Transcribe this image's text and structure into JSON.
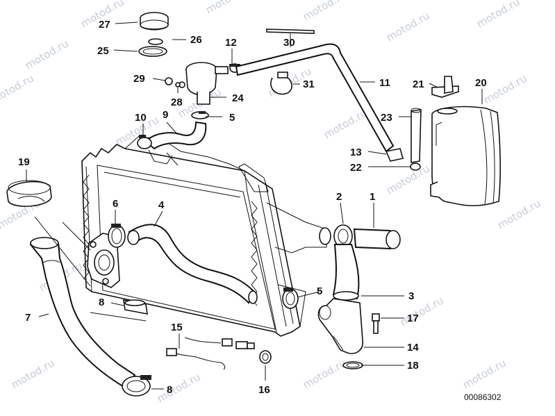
{
  "watermark": "motod.ru",
  "reference_number": "00086302",
  "callouts": {
    "c1": "1",
    "c2": "2",
    "c3": "3",
    "c4": "4",
    "c5a": "5",
    "c5b": "5",
    "c6": "6",
    "c7": "7",
    "c8a": "8",
    "c8b": "8",
    "c9": "9",
    "c10": "10",
    "c11": "11",
    "c12": "12",
    "c13": "13",
    "c14": "14",
    "c15": "15",
    "c16": "16",
    "c17": "17",
    "c18": "18",
    "c19": "19",
    "c20": "20",
    "c21": "21",
    "c22": "22",
    "c23": "23",
    "c24": "24",
    "c25": "25",
    "c26": "26",
    "c27": "27",
    "c28": "28",
    "c29": "29",
    "c30": "30",
    "c31": "31"
  }
}
